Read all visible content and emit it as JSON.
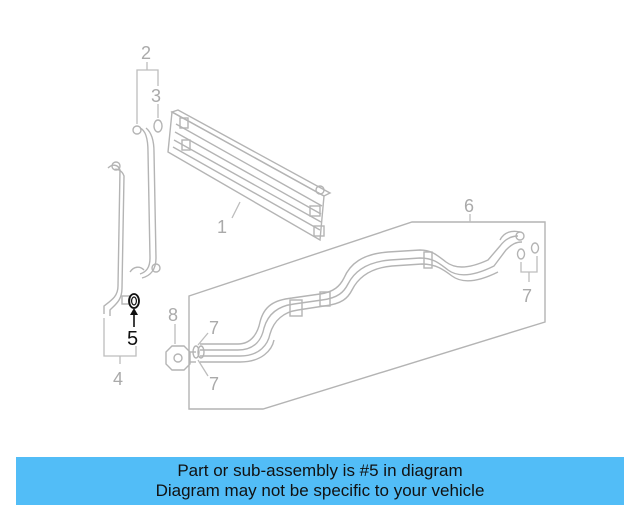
{
  "diagram": {
    "callouts": {
      "c1": "1",
      "c2": "2",
      "c3": "3",
      "c4": "4",
      "c5": "5",
      "c6": "6",
      "c7a": "7",
      "c7b": "7",
      "c7c": "7",
      "c8": "8"
    },
    "highlighted_callout": "5"
  },
  "banner": {
    "line1": "Part or sub-assembly is #5 in diagram",
    "line2": "Diagram may not be specific to your vehicle"
  },
  "colors": {
    "banner_bg": "#52bdf7",
    "line_art": "#b4b4b4",
    "highlight": "#111111"
  }
}
